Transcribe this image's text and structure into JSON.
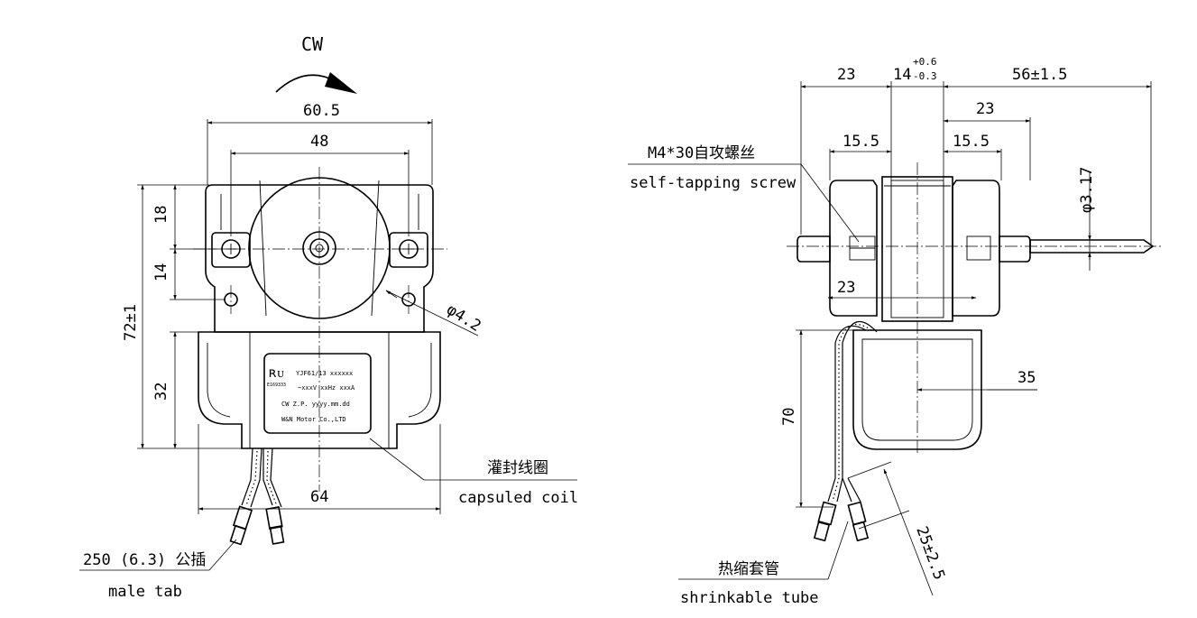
{
  "front_view": {
    "rotation": "CW",
    "dim_width_outer": "60.5",
    "dim_width_inner": "48",
    "dim_base_width": "64",
    "dim_v_top": "18",
    "dim_v_mid": "14",
    "dim_v_bottom": "32",
    "dim_total_height": "72±1",
    "dim_hole_dia": "φ4.2",
    "label_line1": "YJF61/13 xxxxxx",
    "label_line2": "~xxxV xxHz xxxA",
    "label_line3": "CW Z.P. yyyy.mm.dd",
    "label_line4": "W&N Motor Co.,LTD",
    "label_cert": "E169333",
    "coil_cn": "灌封线圈",
    "coil_en": "capsuled coil",
    "tab_cn": "250 (6.3) 公插",
    "tab_en": "male tab"
  },
  "side_view": {
    "dim_left": "23",
    "dim_center": "14",
    "dim_center_tol_upper": "+0.6",
    "dim_center_tol_lower": "-0.3",
    "dim_shaft": "56±1.5",
    "dim_right_23": "23",
    "dim_left_155": "15.5",
    "dim_right_155": "15.5",
    "dim_shaft_dia": "φ3.17",
    "dim_mid_23": "23",
    "dim_35": "35",
    "dim_70": "70",
    "dim_wire": "25±2.5",
    "screw_cn": "M4*30自攻螺丝",
    "screw_en": "self-tapping screw",
    "tube_cn": "热缩套管",
    "tube_en": "shrinkable tube"
  }
}
